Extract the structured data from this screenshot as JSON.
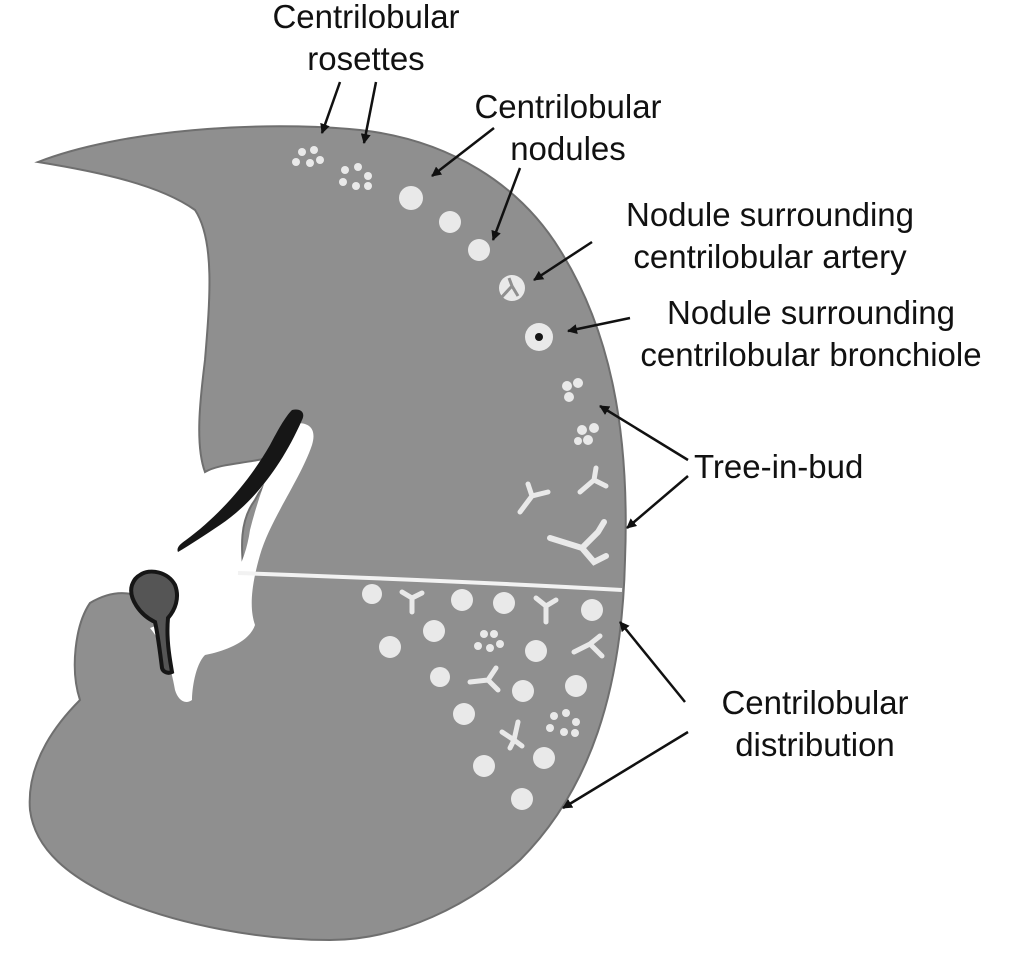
{
  "labels": {
    "centrilobular_rosettes": [
      "Centrilobular",
      "rosettes"
    ],
    "centrilobular_nodules": [
      "Centrilobular",
      "nodules"
    ],
    "nodule_artery": [
      "Nodule surrounding",
      "centrilobular artery"
    ],
    "nodule_bronchiole": [
      "Nodule surrounding",
      "centrilobular bronchiole"
    ],
    "tree_in_bud": [
      "Tree-in-bud"
    ],
    "centrilobular_distribution": [
      "Centrilobular",
      "distribution"
    ]
  },
  "colors": {
    "lung": "#8f8f8f",
    "lung_edge": "#6f6f6f",
    "nodule": "#e9e9e9",
    "vessel": "#161616",
    "ink": "#111111",
    "background": "#ffffff"
  }
}
